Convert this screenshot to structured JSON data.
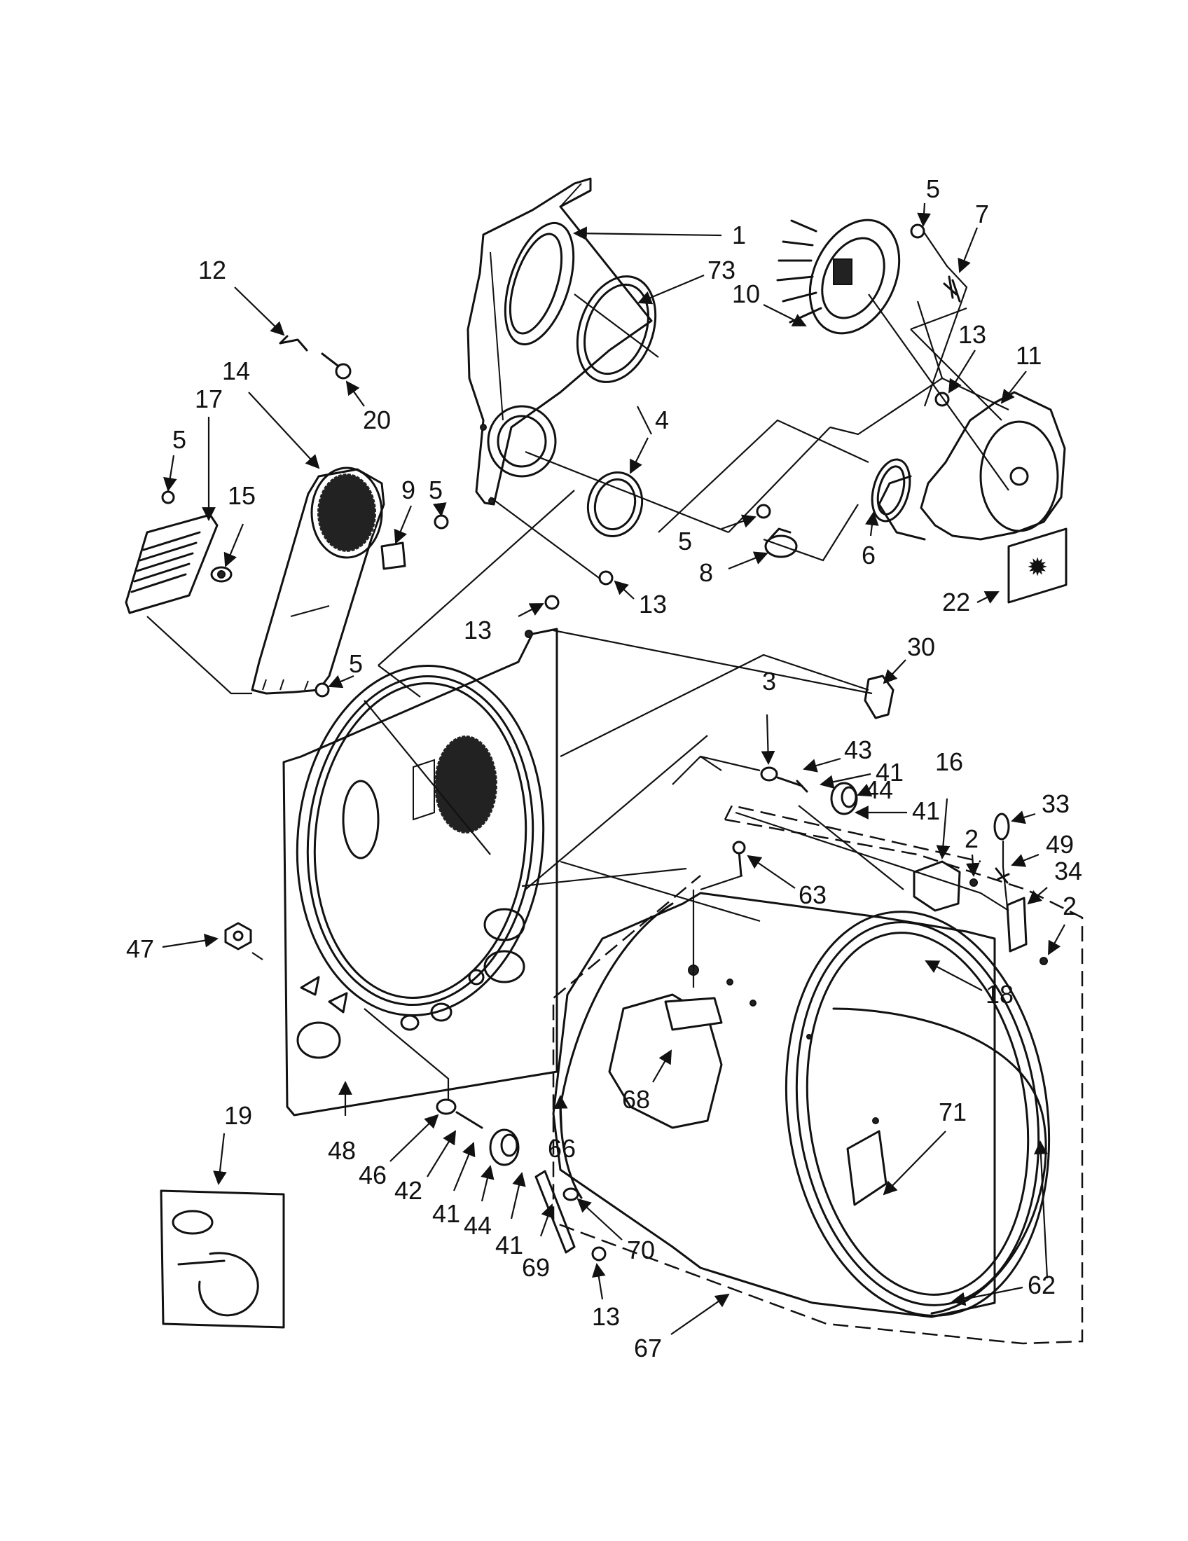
{
  "callouts": [
    {
      "id": "c1",
      "text": "1"
    },
    {
      "id": "c73",
      "text": "73"
    },
    {
      "id": "c5a",
      "text": "5"
    },
    {
      "id": "c7",
      "text": "7"
    },
    {
      "id": "c10",
      "text": "10"
    },
    {
      "id": "c13a",
      "text": "13"
    },
    {
      "id": "c11",
      "text": "11"
    },
    {
      "id": "c12",
      "text": "12"
    },
    {
      "id": "c20",
      "text": "20"
    },
    {
      "id": "c14",
      "text": "14"
    },
    {
      "id": "c17",
      "text": "17"
    },
    {
      "id": "c5b",
      "text": "5"
    },
    {
      "id": "c15",
      "text": "15"
    },
    {
      "id": "c9",
      "text": "9"
    },
    {
      "id": "c5c",
      "text": "5"
    },
    {
      "id": "c4",
      "text": "4"
    },
    {
      "id": "c5d",
      "text": "5"
    },
    {
      "id": "c8",
      "text": "8"
    },
    {
      "id": "c6",
      "text": "6"
    },
    {
      "id": "c22",
      "text": "22"
    },
    {
      "id": "c13b",
      "text": "13"
    },
    {
      "id": "c13c",
      "text": "13"
    },
    {
      "id": "c5e",
      "text": "5"
    },
    {
      "id": "c30",
      "text": "30"
    },
    {
      "id": "c3",
      "text": "3"
    },
    {
      "id": "c43",
      "text": "43"
    },
    {
      "id": "c41a",
      "text": "41"
    },
    {
      "id": "c44a",
      "text": "44"
    },
    {
      "id": "c41b",
      "text": "41"
    },
    {
      "id": "c16",
      "text": "16"
    },
    {
      "id": "c33",
      "text": "33"
    },
    {
      "id": "c2a",
      "text": "2"
    },
    {
      "id": "c49",
      "text": "49"
    },
    {
      "id": "c34",
      "text": "34"
    },
    {
      "id": "c63",
      "text": "63"
    },
    {
      "id": "c2b",
      "text": "2"
    },
    {
      "id": "c47",
      "text": "47"
    },
    {
      "id": "c18",
      "text": "18"
    },
    {
      "id": "c68",
      "text": "68"
    },
    {
      "id": "c66",
      "text": "66"
    },
    {
      "id": "c71",
      "text": "71"
    },
    {
      "id": "c48",
      "text": "48"
    },
    {
      "id": "c46",
      "text": "46"
    },
    {
      "id": "c42",
      "text": "42"
    },
    {
      "id": "c41c",
      "text": "41"
    },
    {
      "id": "c44b",
      "text": "44"
    },
    {
      "id": "c41d",
      "text": "41"
    },
    {
      "id": "c69",
      "text": "69"
    },
    {
      "id": "c70",
      "text": "70"
    },
    {
      "id": "c13d",
      "text": "13"
    },
    {
      "id": "c19",
      "text": "19"
    },
    {
      "id": "c62",
      "text": "62"
    },
    {
      "id": "c67",
      "text": "67"
    }
  ]
}
